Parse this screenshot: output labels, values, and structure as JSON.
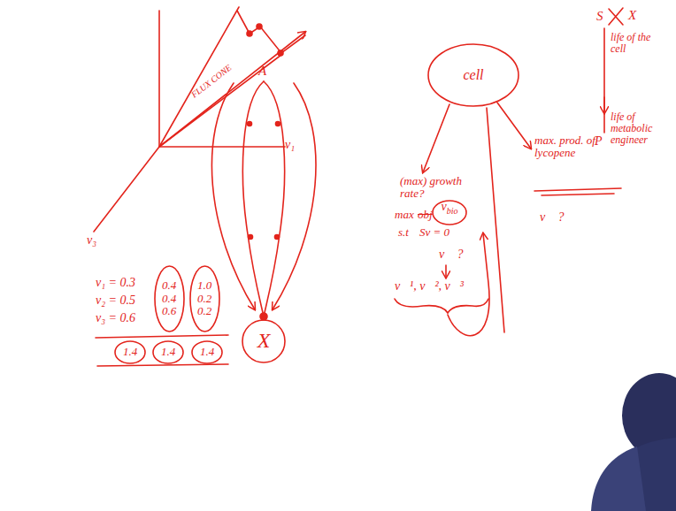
{
  "diagram": {
    "nodes": [
      {
        "text": [
          "cell"
        ]
      },
      {
        "text": [
          "X"
        ]
      },
      {
        "text": [
          "0.4",
          "0.4",
          "0.6"
        ]
      },
      {
        "text": [
          "1.0",
          "0.2",
          "0.2"
        ]
      },
      {
        "text": [
          "1.4"
        ]
      },
      {
        "text": [
          "1.4"
        ]
      },
      {
        "text": [
          "1.4"
        ]
      },
      {
        "text": [
          "v",
          "bio"
        ]
      }
    ],
    "labels": [
      "FLUX CONE",
      "v₁",
      "v₃",
      "A",
      "v₁ = 0.3",
      "v₂ = 0.5",
      "v₃ = 0.6",
      "(max) growth rate?",
      "max",
      "obj",
      "s.t",
      "Sv = 0",
      "v⃗ ?",
      "v⃗¹, v⃗², v⃗³",
      "max. prod. of lycopene",
      "v⃗ ?",
      "S",
      "X",
      "life of the cell",
      "life of metabolic engineer",
      "P"
    ]
  }
}
